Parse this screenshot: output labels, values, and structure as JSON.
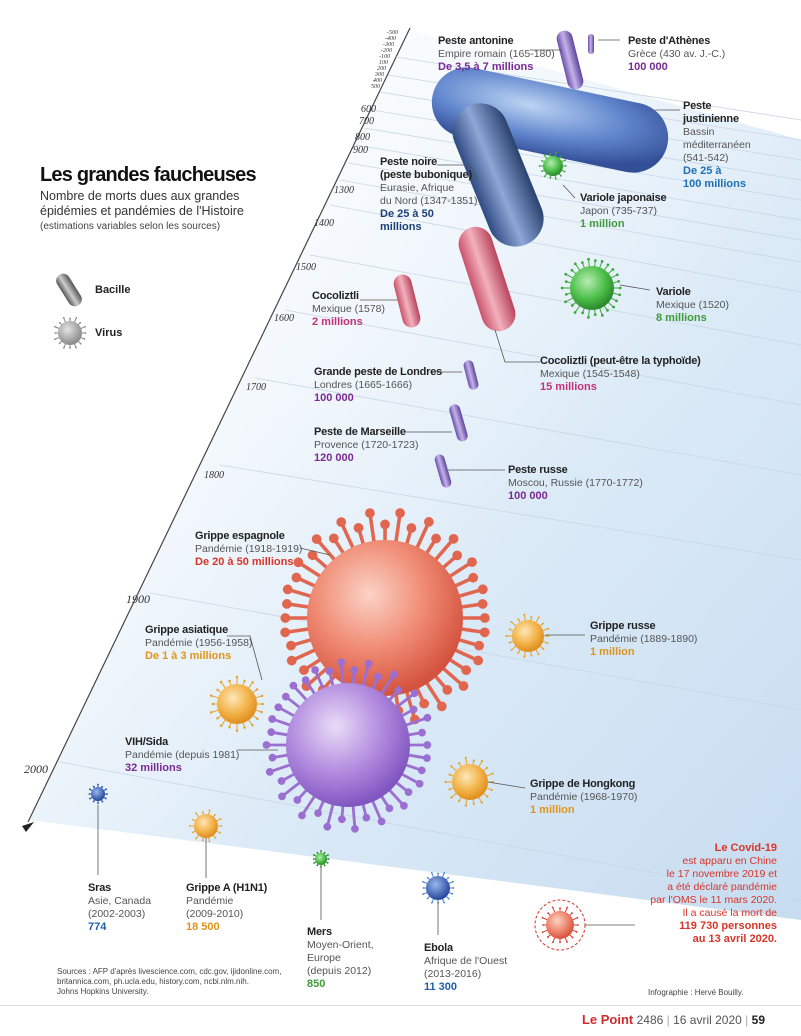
{
  "header": {
    "title": "Les grandes faucheuses",
    "subtitle": "Nombre de morts dues aux grandes épidémies et pandémies de l'Histoire",
    "note": "(estimations variables selon les sources)"
  },
  "legend": [
    {
      "icon": "bacillus-icon",
      "label": "Bacille"
    },
    {
      "icon": "virus-icon",
      "label": "Virus"
    }
  ],
  "axis": {
    "ticks": [
      "-500",
      "-400",
      "-300",
      "-200",
      "-100",
      "100",
      "200",
      "300",
      "400",
      "500",
      "600",
      "700",
      "800",
      "900",
      "1300",
      "1400",
      "1500",
      "1600",
      "1700",
      "1800",
      "1900",
      "2000"
    ]
  },
  "epidemics": [
    {
      "id": "antonine",
      "name": "Peste antonine",
      "place": "Empire romain (165-180)",
      "deaths": "De 3,5 à 7 millions"
    },
    {
      "id": "athenes",
      "name": "Peste d'Athènes",
      "place": "Grèce (430 av. J.-C.)",
      "deaths": "100 000"
    },
    {
      "id": "justinienne",
      "name_l1": "Peste",
      "name_l2": "justinienne",
      "place_l1": "Bassin",
      "place_l2": "méditerranéen",
      "place_l3": "(541-542)",
      "deaths_l1": "De 25 à",
      "deaths_l2": "100 millions"
    },
    {
      "id": "noire",
      "name_l1": "Peste noire",
      "name_l2": "(peste bubonique)",
      "place_l1": "Eurasie, Afrique",
      "place_l2": "du Nord (1347-1351)",
      "deaths_l1": "De 25 à 50",
      "deaths_l2": "millions"
    },
    {
      "id": "japonaise",
      "name": "Variole japonaise",
      "place": "Japon (735-737)",
      "deaths": "1 million"
    },
    {
      "id": "variole",
      "name": "Variole",
      "place": "Mexique (1520)",
      "deaths": "8 millions"
    },
    {
      "id": "cocoliztli1578",
      "name": "Cocoliztli",
      "place": "Mexique (1578)",
      "deaths": "2 millions"
    },
    {
      "id": "cocoliztli1545",
      "name": "Cocoliztli (peut-être la typhoïde)",
      "place": "Mexique (1545-1548)",
      "deaths": "15 millions"
    },
    {
      "id": "londres",
      "name": "Grande peste de Londres",
      "place": "Londres (1665-1666)",
      "deaths": "100 000"
    },
    {
      "id": "marseille",
      "name": "Peste de Marseille",
      "place": "Provence (1720-1723)",
      "deaths": "120 000"
    },
    {
      "id": "russe",
      "name": "Peste russe",
      "place": "Moscou, Russie (1770-1772)",
      "deaths": "100 000"
    },
    {
      "id": "espagnole",
      "name": "Grippe espagnole",
      "place": "Pandémie (1918-1919)",
      "deaths": "De 20 à 50 millions"
    },
    {
      "id": "grusse",
      "name": "Grippe russe",
      "place": "Pandémie (1889-1890)",
      "deaths": "1 million"
    },
    {
      "id": "asiatique",
      "name": "Grippe asiatique",
      "place": "Pandémie (1956-1958)",
      "deaths": "De 1 à 3 millions"
    },
    {
      "id": "vih",
      "name": "VIH/Sida",
      "place": "Pandémie (depuis 1981)",
      "deaths": "32 millions"
    },
    {
      "id": "hongkong",
      "name": "Grippe de Hongkong",
      "place": "Pandémie (1968-1970)",
      "deaths": "1 million"
    },
    {
      "id": "sras",
      "name": "Sras",
      "place_l1": "Asie, Canada",
      "place_l2": "(2002-2003)",
      "deaths": "774"
    },
    {
      "id": "h1n1",
      "name": "Grippe A (H1N1)",
      "place_l1": "Pandémie",
      "place_l2": "(2009-2010)",
      "deaths": "18 500"
    },
    {
      "id": "mers",
      "name": "Mers",
      "place_l1": "Moyen-Orient,",
      "place_l2": "Europe",
      "place_l3": "(depuis 2012)",
      "deaths": "850"
    },
    {
      "id": "ebola",
      "name": "Ebola",
      "place_l1": "Afrique de l'Ouest",
      "place_l2": "(2013-2016)",
      "deaths": "11 300"
    }
  ],
  "covid": {
    "title": "Le Covid-19",
    "lines": [
      "est apparu en Chine",
      "le 17 novembre 2019 et",
      "a été déclaré pandémie",
      "par l'OMS le 11 mars 2020.",
      "Il a causé la mort de"
    ],
    "deaths_l1": "119 730 personnes",
    "deaths_l2": "au 13 avril 2020."
  },
  "sources": {
    "l1": "Sources : AFP d'après livescience.com, cdc.gov, ijidonline.com,",
    "l2": "britannica.com, ph.ucla.edu, history.com, ncbi.nlm.nih.",
    "l3": "Johns Hopkins University."
  },
  "credit": "Infographie : Hervé Bouilly.",
  "footer": {
    "brand": "Le Point",
    "issue": "2486",
    "date": "16 avril 2020",
    "page": "59"
  },
  "colors": {
    "purple": "#7a2a93",
    "blue": "#1f6fb4",
    "green": "#3f9a3a",
    "pink": "#c4317a",
    "red": "#d8352a",
    "orange": "#e0951a",
    "brand_red": "#d22b2b"
  }
}
